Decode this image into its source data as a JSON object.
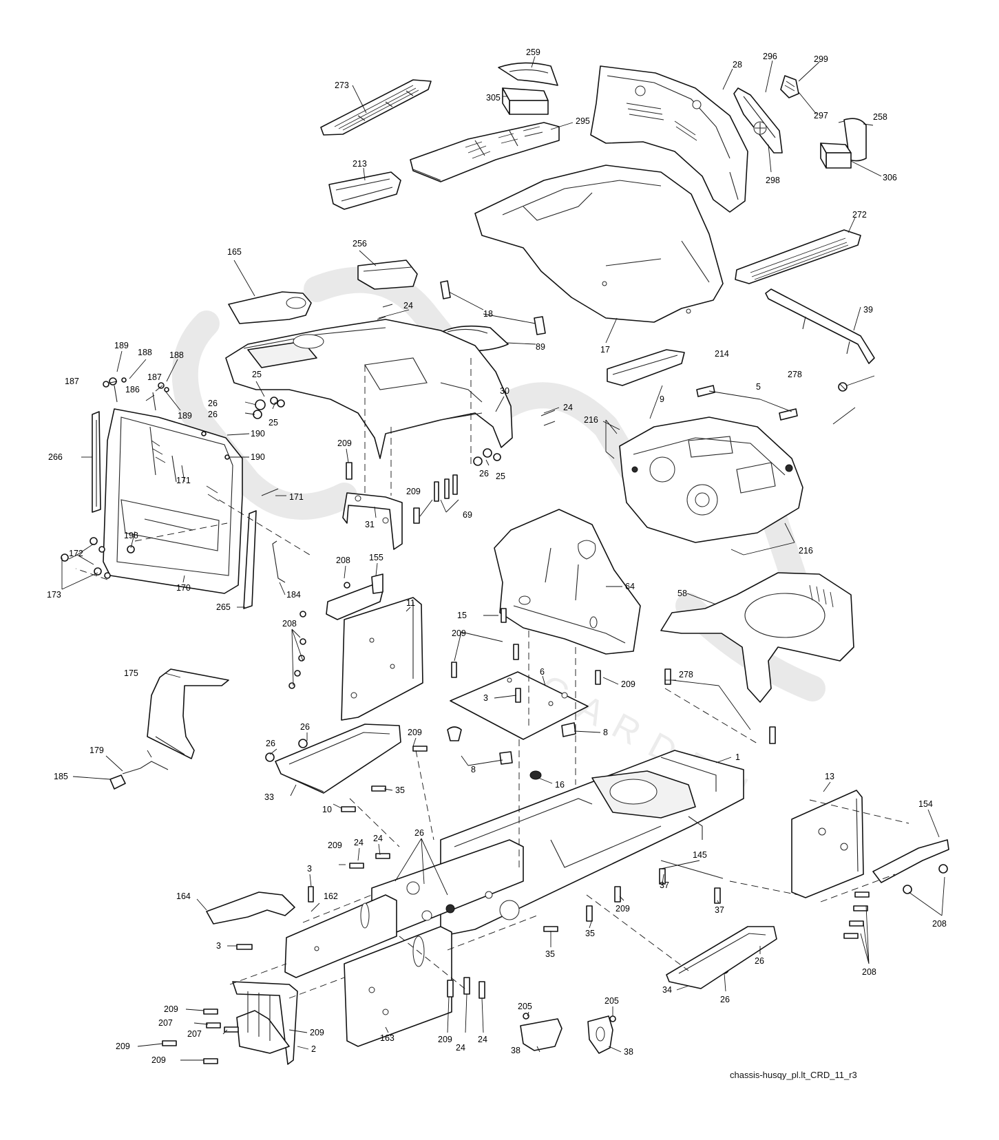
{
  "caption": "chassis-husqy_pl.lt_CRD_11_r3",
  "callouts": {
    "c273": "273",
    "c259": "259",
    "c305": "305",
    "c295": "295",
    "c28": "28",
    "c296": "296",
    "c299": "299",
    "c297": "297",
    "c258": "258",
    "c298": "298",
    "c306": "306",
    "c213": "213",
    "c272": "272",
    "c165": "165",
    "c256": "256",
    "c24a": "24",
    "c18": "18",
    "c89": "89",
    "c17": "17",
    "c39": "39",
    "c189a": "189",
    "c188a": "188",
    "c188b": "188",
    "c187a": "187",
    "c187b": "187",
    "c186": "186",
    "c189b": "189",
    "c25a": "25",
    "c26a": "26",
    "c26b": "26",
    "c25b": "25",
    "c30": "30",
    "c24b": "24",
    "c214": "214",
    "c278a": "278",
    "c5": "5",
    "c9": "9",
    "c216a": "216",
    "c266": "266",
    "c190a": "190",
    "c190b": "190",
    "c171a": "171",
    "c171b": "171",
    "c209a": "209",
    "c26c": "26",
    "c25c": "25",
    "c209b": "209",
    "c69": "69",
    "c31": "31",
    "c216b": "216",
    "c198": "198",
    "c172": "172",
    "c173": "173",
    "c170": "170",
    "c265": "265",
    "c184": "184",
    "c208a": "208",
    "c155": "155",
    "c11": "11",
    "c64": "64",
    "c58": "58",
    "c208b": "208",
    "c15": "15",
    "c209c": "209",
    "c6": "6",
    "c209d": "209",
    "c278b": "278",
    "c3a": "3",
    "c175": "175",
    "c209e": "209",
    "c8a": "8",
    "c26d": "26",
    "c26e": "26",
    "c179": "179",
    "c185": "185",
    "c8b": "8",
    "c1": "1",
    "c16": "16",
    "c33": "33",
    "c35a": "35",
    "c10": "10",
    "c13": "13",
    "c154": "154",
    "c24c": "24",
    "c209f": "209",
    "c24d": "24",
    "c26f": "26",
    "c145": "145",
    "c37a": "37",
    "c37b": "37",
    "c209g": "209",
    "c208c": "208",
    "c164": "164",
    "c3b": "3",
    "c162": "162",
    "c3c": "3",
    "c35b": "35",
    "c35c": "35",
    "c208d": "208",
    "c34": "34",
    "c26g": "26",
    "c26h": "26",
    "c209h": "209",
    "c207a": "207",
    "c207b": "207",
    "c209i": "209",
    "c209j": "209",
    "c2": "2",
    "c209k": "209",
    "c163": "163",
    "c209l": "209",
    "c24e": "24",
    "c24f": "24",
    "c205a": "205",
    "c205b": "205",
    "c38a": "38",
    "c38b": "38"
  }
}
